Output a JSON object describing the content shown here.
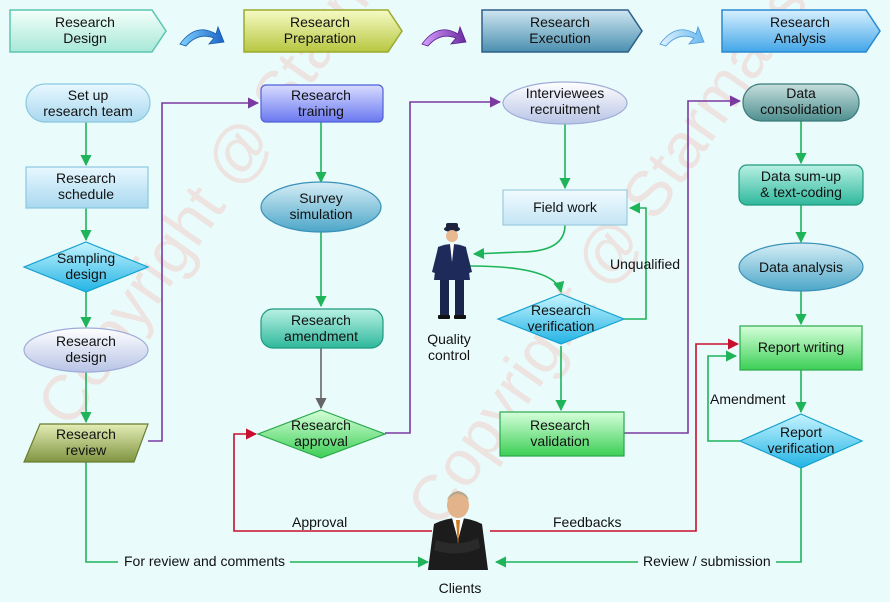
{
  "phases": [
    {
      "line1": "Research",
      "line2": "Design"
    },
    {
      "line1": "Research",
      "line2": "Preparation"
    },
    {
      "line1": "Research",
      "line2": "Execution"
    },
    {
      "line1": "Research",
      "line2": "Analysis"
    }
  ],
  "design_column": [
    {
      "line1": "Set up",
      "line2": "research team"
    },
    {
      "line1": "Research",
      "line2": "schedule"
    },
    {
      "line1": "Sampling",
      "line2": "design"
    },
    {
      "line1": "Research",
      "line2": "design"
    },
    {
      "line1": "Research",
      "line2": "review"
    }
  ],
  "preparation_column": [
    {
      "line1": "Research",
      "line2": "training"
    },
    {
      "line1": "Survey",
      "line2": "simulation"
    },
    {
      "line1": "Research",
      "line2": "amendment"
    },
    {
      "line1": "Research",
      "line2": "approval"
    }
  ],
  "execution_column": [
    {
      "line1": "Interviewees",
      "line2": "recruitment"
    },
    {
      "line1": "Field work",
      "line2": ""
    },
    {
      "line1": "Research",
      "line2": "verification"
    },
    {
      "line1": "Research",
      "line2": "validation"
    }
  ],
  "analysis_column": [
    {
      "line1": "Data",
      "line2": "consolidation"
    },
    {
      "line1": "Data sum-up",
      "line2": "& text-coding"
    },
    {
      "line1": "Data analysis",
      "line2": ""
    },
    {
      "line1": "Report writing",
      "line2": ""
    },
    {
      "line1": "Report",
      "line2": "verification"
    }
  ],
  "quality_control": {
    "line1": "Quality",
    "line2": "control"
  },
  "clients": "Clients",
  "edge_labels": {
    "unqualified": "Unqualified",
    "amendment": "Amendment",
    "approval": "Approval",
    "feedbacks": "Feedbacks",
    "for_review": "For review and comments",
    "review_submission": "Review / submission"
  },
  "watermark": "Copyright @ Starmass",
  "colors": {
    "green_arrow": "#1fb45a",
    "purple_arrow": "#7a3aa0",
    "red_arrow": "#c8102e",
    "gray_arrow": "#666666"
  }
}
